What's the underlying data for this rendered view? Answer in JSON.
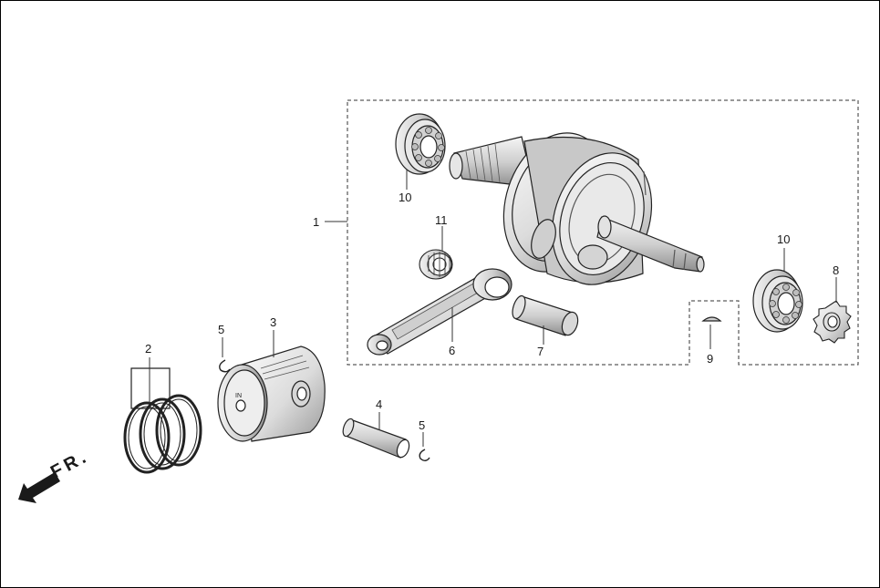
{
  "diagram": {
    "direction_label": "FR.",
    "piston_marking": "IN",
    "callouts": {
      "crankshaft_assembly": "1",
      "piston_rings": "2",
      "piston": "3",
      "piston_pin": "4",
      "pin_clip_upper": "5",
      "pin_clip_lower": "5",
      "connecting_rod": "6",
      "crank_pin": "7",
      "drive_sprocket": "8",
      "woodruff_key": "9",
      "bearing_left": "10",
      "bearing_right": "10",
      "needle_bearing": "11"
    }
  }
}
